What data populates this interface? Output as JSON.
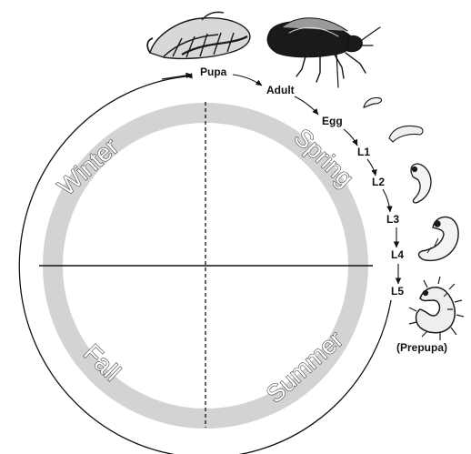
{
  "seasons": {
    "winter": "Winter",
    "spring": "Spring",
    "summer": "Summer",
    "fall": "Fall"
  },
  "life_stages": {
    "pupa": "Pupa",
    "adult": "Adult",
    "egg": "Egg",
    "l1": "L1",
    "l2": "L2",
    "l3": "L3",
    "l4": "L4",
    "l5": "L5",
    "prepupa": "(Prepupa)"
  },
  "colors": {
    "season_ring": "#d3d3d3",
    "lines": "#111111",
    "illustration_ink": "#1a1a1a"
  },
  "icons": [
    "pupa-illustration-icon",
    "adult-sawfly-icon",
    "egg-icon",
    "larva-l1-icon",
    "larva-l2-icon",
    "larva-l3-icon",
    "prepupa-icon"
  ]
}
